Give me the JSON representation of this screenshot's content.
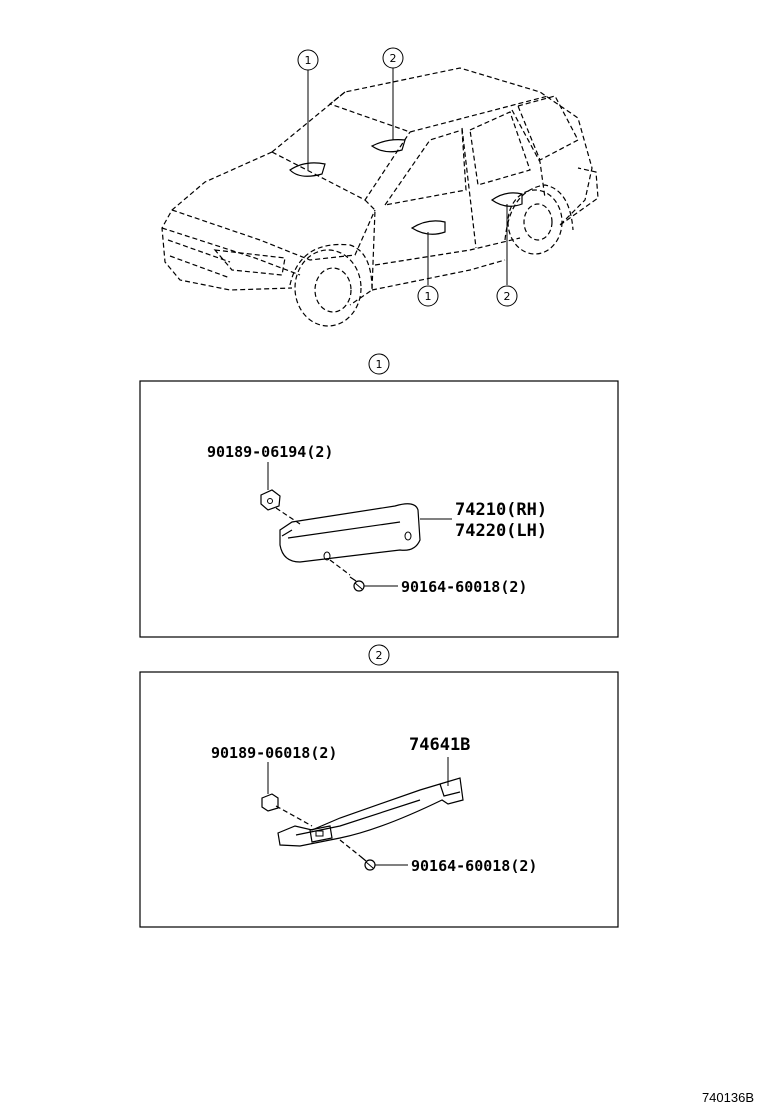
{
  "callouts": {
    "one": "1",
    "two": "2"
  },
  "section1": {
    "marker": "1",
    "parts": {
      "clip": "90189-06194(2)",
      "handle_rh": "74210(RH)",
      "handle_lh": "74220(LH)",
      "screw": "90164-60018(2)"
    }
  },
  "section2": {
    "marker": "2",
    "parts": {
      "clip": "90189-06018(2)",
      "handle": "74641B",
      "screw": "90164-60018(2)"
    }
  },
  "figure_id": "740136B"
}
